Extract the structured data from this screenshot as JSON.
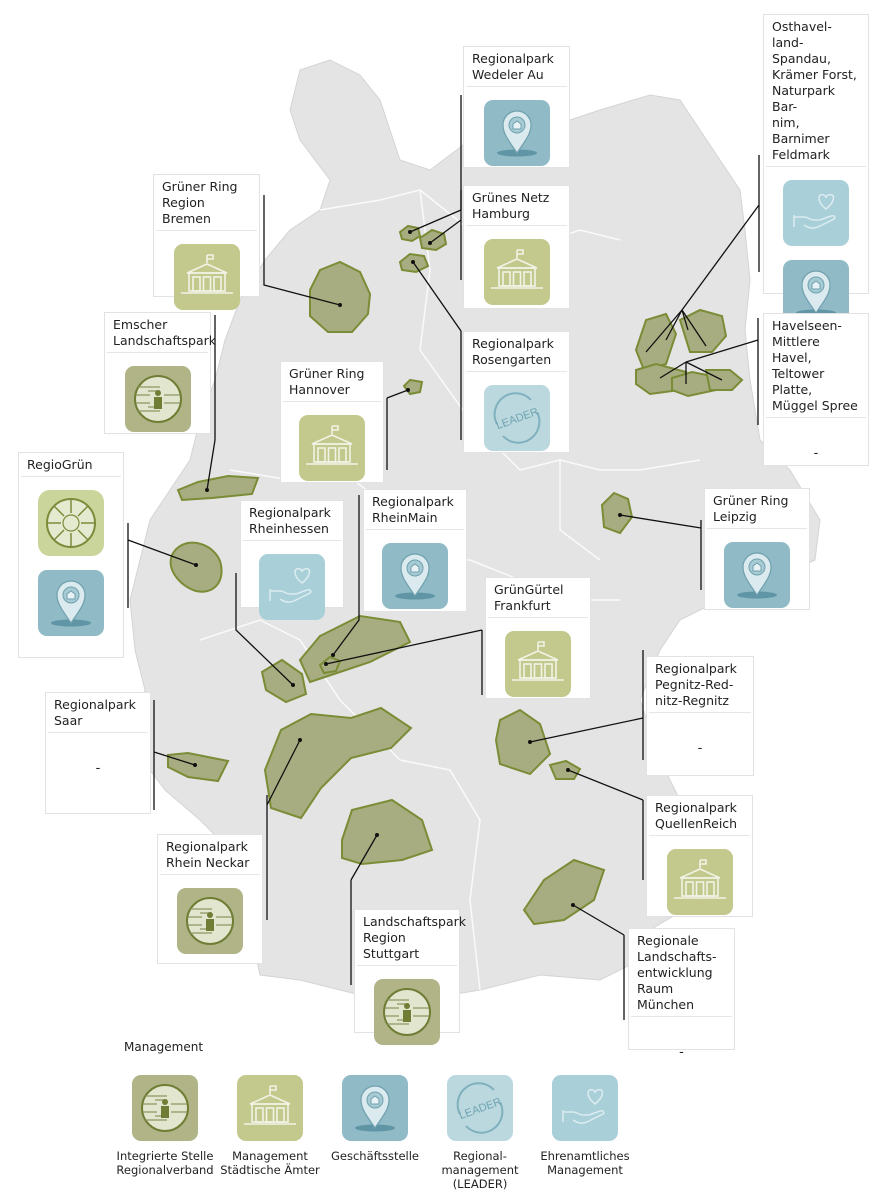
{
  "colors": {
    "map_land": "#e4e4e4",
    "region_fill": "#a7ad80",
    "region_stroke": "#7a8c35",
    "integrierte": "#b0b486",
    "staedtisch": "#c3c98c",
    "geschaeftsstelle": "#8fbac6",
    "leader": "#bcd8df",
    "ehrenamt": "#a9cfd8",
    "regiogruen": "#c9d59a"
  },
  "parks": [
    {
      "title": "Regionalpark\nWedeler Au",
      "icons": [
        "geschaeftsstelle"
      ]
    },
    {
      "title": "Grünes Netz\nHamburg",
      "icons": [
        "staedtisch"
      ]
    },
    {
      "title": "Regionalpark\nRosengarten",
      "icons": [
        "leader"
      ]
    },
    {
      "title": "Osthavel-\nland-Spandau,\nKrämer Forst,\nNaturpark Bar-\nnim, Barnimer\nFeldmark",
      "icons": [
        "ehrenamt",
        "geschaeftsstelle"
      ]
    },
    {
      "title": "Havelseen-\nMittlere Havel,\nTeltower Platte,\nMüggel Spree",
      "icons": [],
      "empty": "-"
    },
    {
      "title": "Grüner Ring\nRegion Bremen",
      "icons": [
        "staedtisch"
      ]
    },
    {
      "title": "Emscher\nLandschaftspark",
      "icons": [
        "integrierte"
      ]
    },
    {
      "title": "Grüner Ring\nHannover",
      "icons": [
        "staedtisch"
      ]
    },
    {
      "title": "RegioGrün",
      "icons": [
        "regiogruen",
        "geschaeftsstelle"
      ]
    },
    {
      "title": "Regionalpark\nRheinhessen",
      "icons": [
        "ehrenamt"
      ]
    },
    {
      "title": "Regionalpark\nRheinMain",
      "icons": [
        "geschaeftsstelle"
      ]
    },
    {
      "title": "GrünGürtel\nFrankfurt",
      "icons": [
        "staedtisch"
      ]
    },
    {
      "title": "Grüner Ring\nLeipzig",
      "icons": [
        "geschaeftsstelle"
      ]
    },
    {
      "title": "Regionalpark\nSaar",
      "icons": [],
      "empty": "-"
    },
    {
      "title": "Regionalpark\nPegnitz-Red-\nnitz-Regnitz",
      "icons": [],
      "empty": "-"
    },
    {
      "title": "Regionalpark\nQuellenReich",
      "icons": [
        "staedtisch"
      ]
    },
    {
      "title": "Regionalpark\nRhein Neckar",
      "icons": [
        "integrierte"
      ]
    },
    {
      "title": "Landschaftspark\nRegion Stuttgart",
      "icons": [
        "integrierte"
      ]
    },
    {
      "title": "Regionale\nLandschafts-\nentwicklung\nRaum München",
      "icons": [],
      "empty": "-"
    }
  ],
  "legend": {
    "title": "Management",
    "items": [
      {
        "icon": "integrierte",
        "label": "Integrierte Stelle\nRegionalverband"
      },
      {
        "icon": "staedtisch",
        "label": "Management\nStädtische Ämter"
      },
      {
        "icon": "geschaeftsstelle",
        "label": "Geschäftsstelle"
      },
      {
        "icon": "leader",
        "label": "Regional-\nmanagement\n(LEADER)"
      },
      {
        "icon": "ehrenamt",
        "label": "Ehrenamtliches\nManagement"
      }
    ],
    "leader_text": "LEADER"
  }
}
